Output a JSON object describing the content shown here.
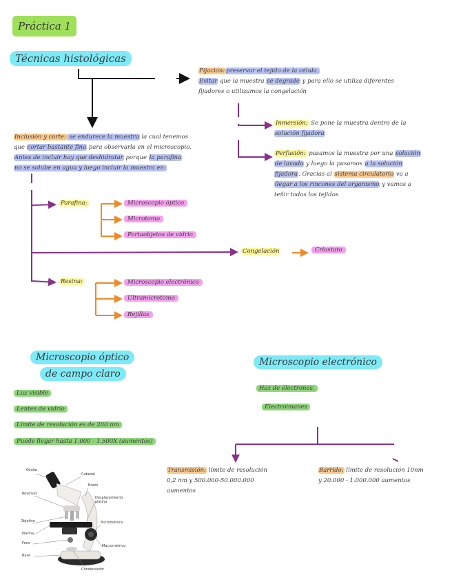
{
  "title": "Práctica 1",
  "heading": "Técnicas histológicas",
  "fijacion": {
    "label": "Fijación:",
    "line1": "preservar el tejido de la célula.",
    "line2a": "Evitar",
    "line2b": " que la muestra ",
    "line2c": "se degrade",
    "line2d": " y para ello se utiliza diferentes",
    "line3": "fijadores o utilizamos la congelación"
  },
  "inmersion": {
    "label": "Inmersión:",
    "line1": " Se pone la muestra dentro de la",
    "line2": "solución fijadora"
  },
  "perfusion": {
    "label": "Perfusión:",
    "line1a": " pasamos la muestra por una ",
    "line1b": "solución",
    "line2a": "de lavado",
    "line2b": " y luego la pasamos ",
    "line2c": "a la solución",
    "line3a": "fijadora",
    "line3b": ". Gracias al ",
    "line3c": "sistema circulatorio",
    "line3d": " va a",
    "line4a": "llegar a los rincones del organismo",
    "line4b": " y vamos a",
    "line5": "teñir todos los tejidos"
  },
  "inclusion": {
    "label": "Inclusión y corte:",
    "line1a": " se endurece la muestra",
    "line1b": " la cual tenemos",
    "line2a": "que ",
    "line2b": "cortar bastante fina",
    "line2c": " para observarla en el microscopio.",
    "line3a": "Antes de incluir hay que deshidratar",
    "line3b": " porque ",
    "line3c": "la parafina",
    "line4": "no se solube en agua y luego incluir la muestra en:"
  },
  "tree": {
    "parafina": "Parafina:",
    "parafina_items": [
      "Microscopio óptico",
      "Microtomo",
      "Portaobjetos de vidrio"
    ],
    "congelacion": "Congelación",
    "criostato": "Criostato",
    "resina": "Resina:",
    "resina_items": [
      "Microscopio electrónico",
      "Ultramicrotomo",
      "Rejillas"
    ]
  },
  "optico": {
    "title1": "Microscopio óptico",
    "title2": "de campo claro",
    "items": [
      "Luz visible",
      "Lentes de vidrio",
      "Límite de resolución es de 200 nm",
      "Puede llegar hasta 1.000 - 1.500X (aumentos)"
    ]
  },
  "electronico": {
    "title": "Microscopio electrónico",
    "items": [
      "Haz de electrones.",
      "Electroimanes"
    ],
    "transmision_label": "Transmisión:",
    "transmision_line1": " límite de resolución",
    "transmision_line2": "0,2 nm y 500.000-50.000.000",
    "transmision_line3": "aumentos",
    "barrido_label": "Barrido:",
    "barrido_line1": " límite de resolución 10nm",
    "barrido_line2": "y 20.000 - 1.000.000 aumentos"
  },
  "microscope_labels": [
    "Ocular",
    "Cabezal",
    "Brazo",
    "Revólver",
    "Desplazamiento platina",
    "Objetivo",
    "Micrométrico",
    "Platina",
    "Foco",
    "Macrométrico",
    "Base",
    "Condensador"
  ],
  "colors": {
    "purple": "#8b2f8c",
    "orange": "#f08a24",
    "black": "#111111"
  }
}
